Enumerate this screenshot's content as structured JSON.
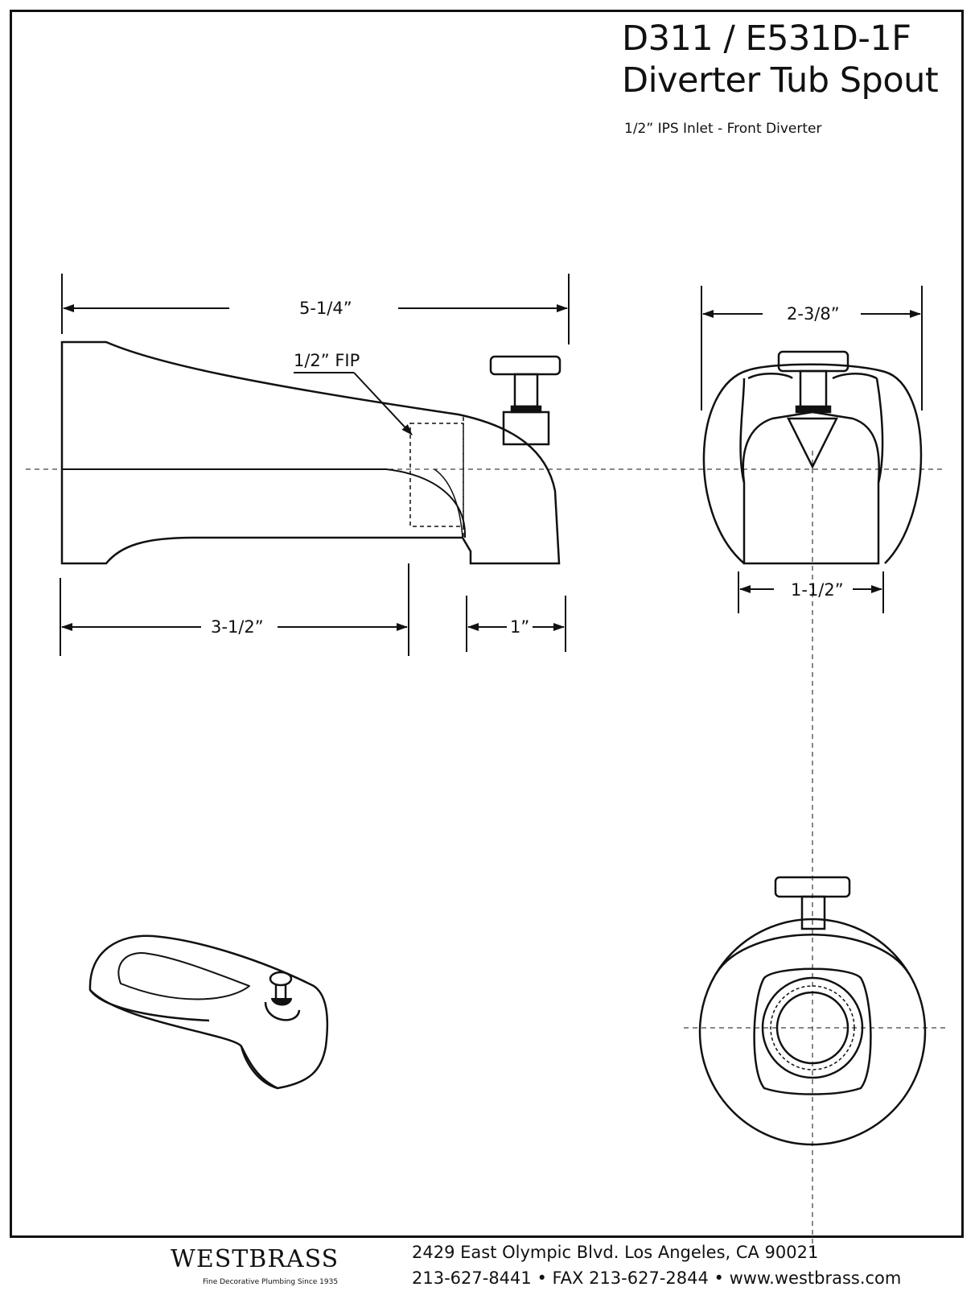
{
  "header": {
    "model": "D311 / E531D-1F",
    "name": "Diverter Tub Spout",
    "spec": "1/2” IPS Inlet - Front Diverter"
  },
  "dimensions": {
    "overall_length": "5-1/4”",
    "inlet": "1/2” FIP",
    "inlet_depth": "3-1/2”",
    "outlet": "1”",
    "width": "2-3/8”",
    "outlet_width": "1-1/2”"
  },
  "footer": {
    "brand": "WESTBRASS",
    "tagline": "Fine Decorative Plumbing Since 1935",
    "address": "2429 East Olympic Blvd. Los Angeles, CA  90021",
    "contact": "213-627-8441 • FAX 213-627-2844 • www.westbrass.com"
  }
}
